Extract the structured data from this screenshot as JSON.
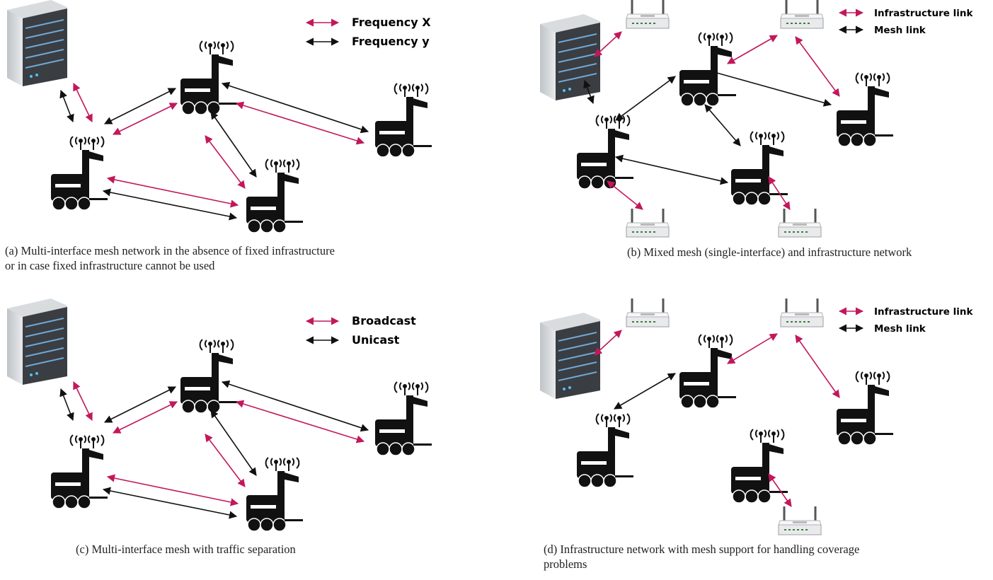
{
  "colors": {
    "magenta": "#c2185b",
    "black": "#111111"
  },
  "panels": [
    {
      "id": "a",
      "legend": [
        "Frequency X",
        "Frequency y"
      ],
      "caption": [
        "(a) Multi-interface mesh network in the absence of fixed infrastructure",
        "or in case fixed infrastructure cannot be used"
      ]
    },
    {
      "id": "b",
      "legend": [
        "Infrastructure link",
        "Mesh link"
      ],
      "caption": [
        "(b) Mixed mesh (single-interface) and infrastructure network"
      ]
    },
    {
      "id": "c",
      "legend": [
        "Broadcast",
        "Unicast"
      ],
      "caption": [
        "(c) Multi-interface mesh with traffic separation"
      ]
    },
    {
      "id": "d",
      "legend": [
        "Infrastructure link",
        "Mesh link"
      ],
      "caption": [
        "(d) Infrastructure network with mesh support for handling coverage",
        "problems"
      ]
    }
  ]
}
